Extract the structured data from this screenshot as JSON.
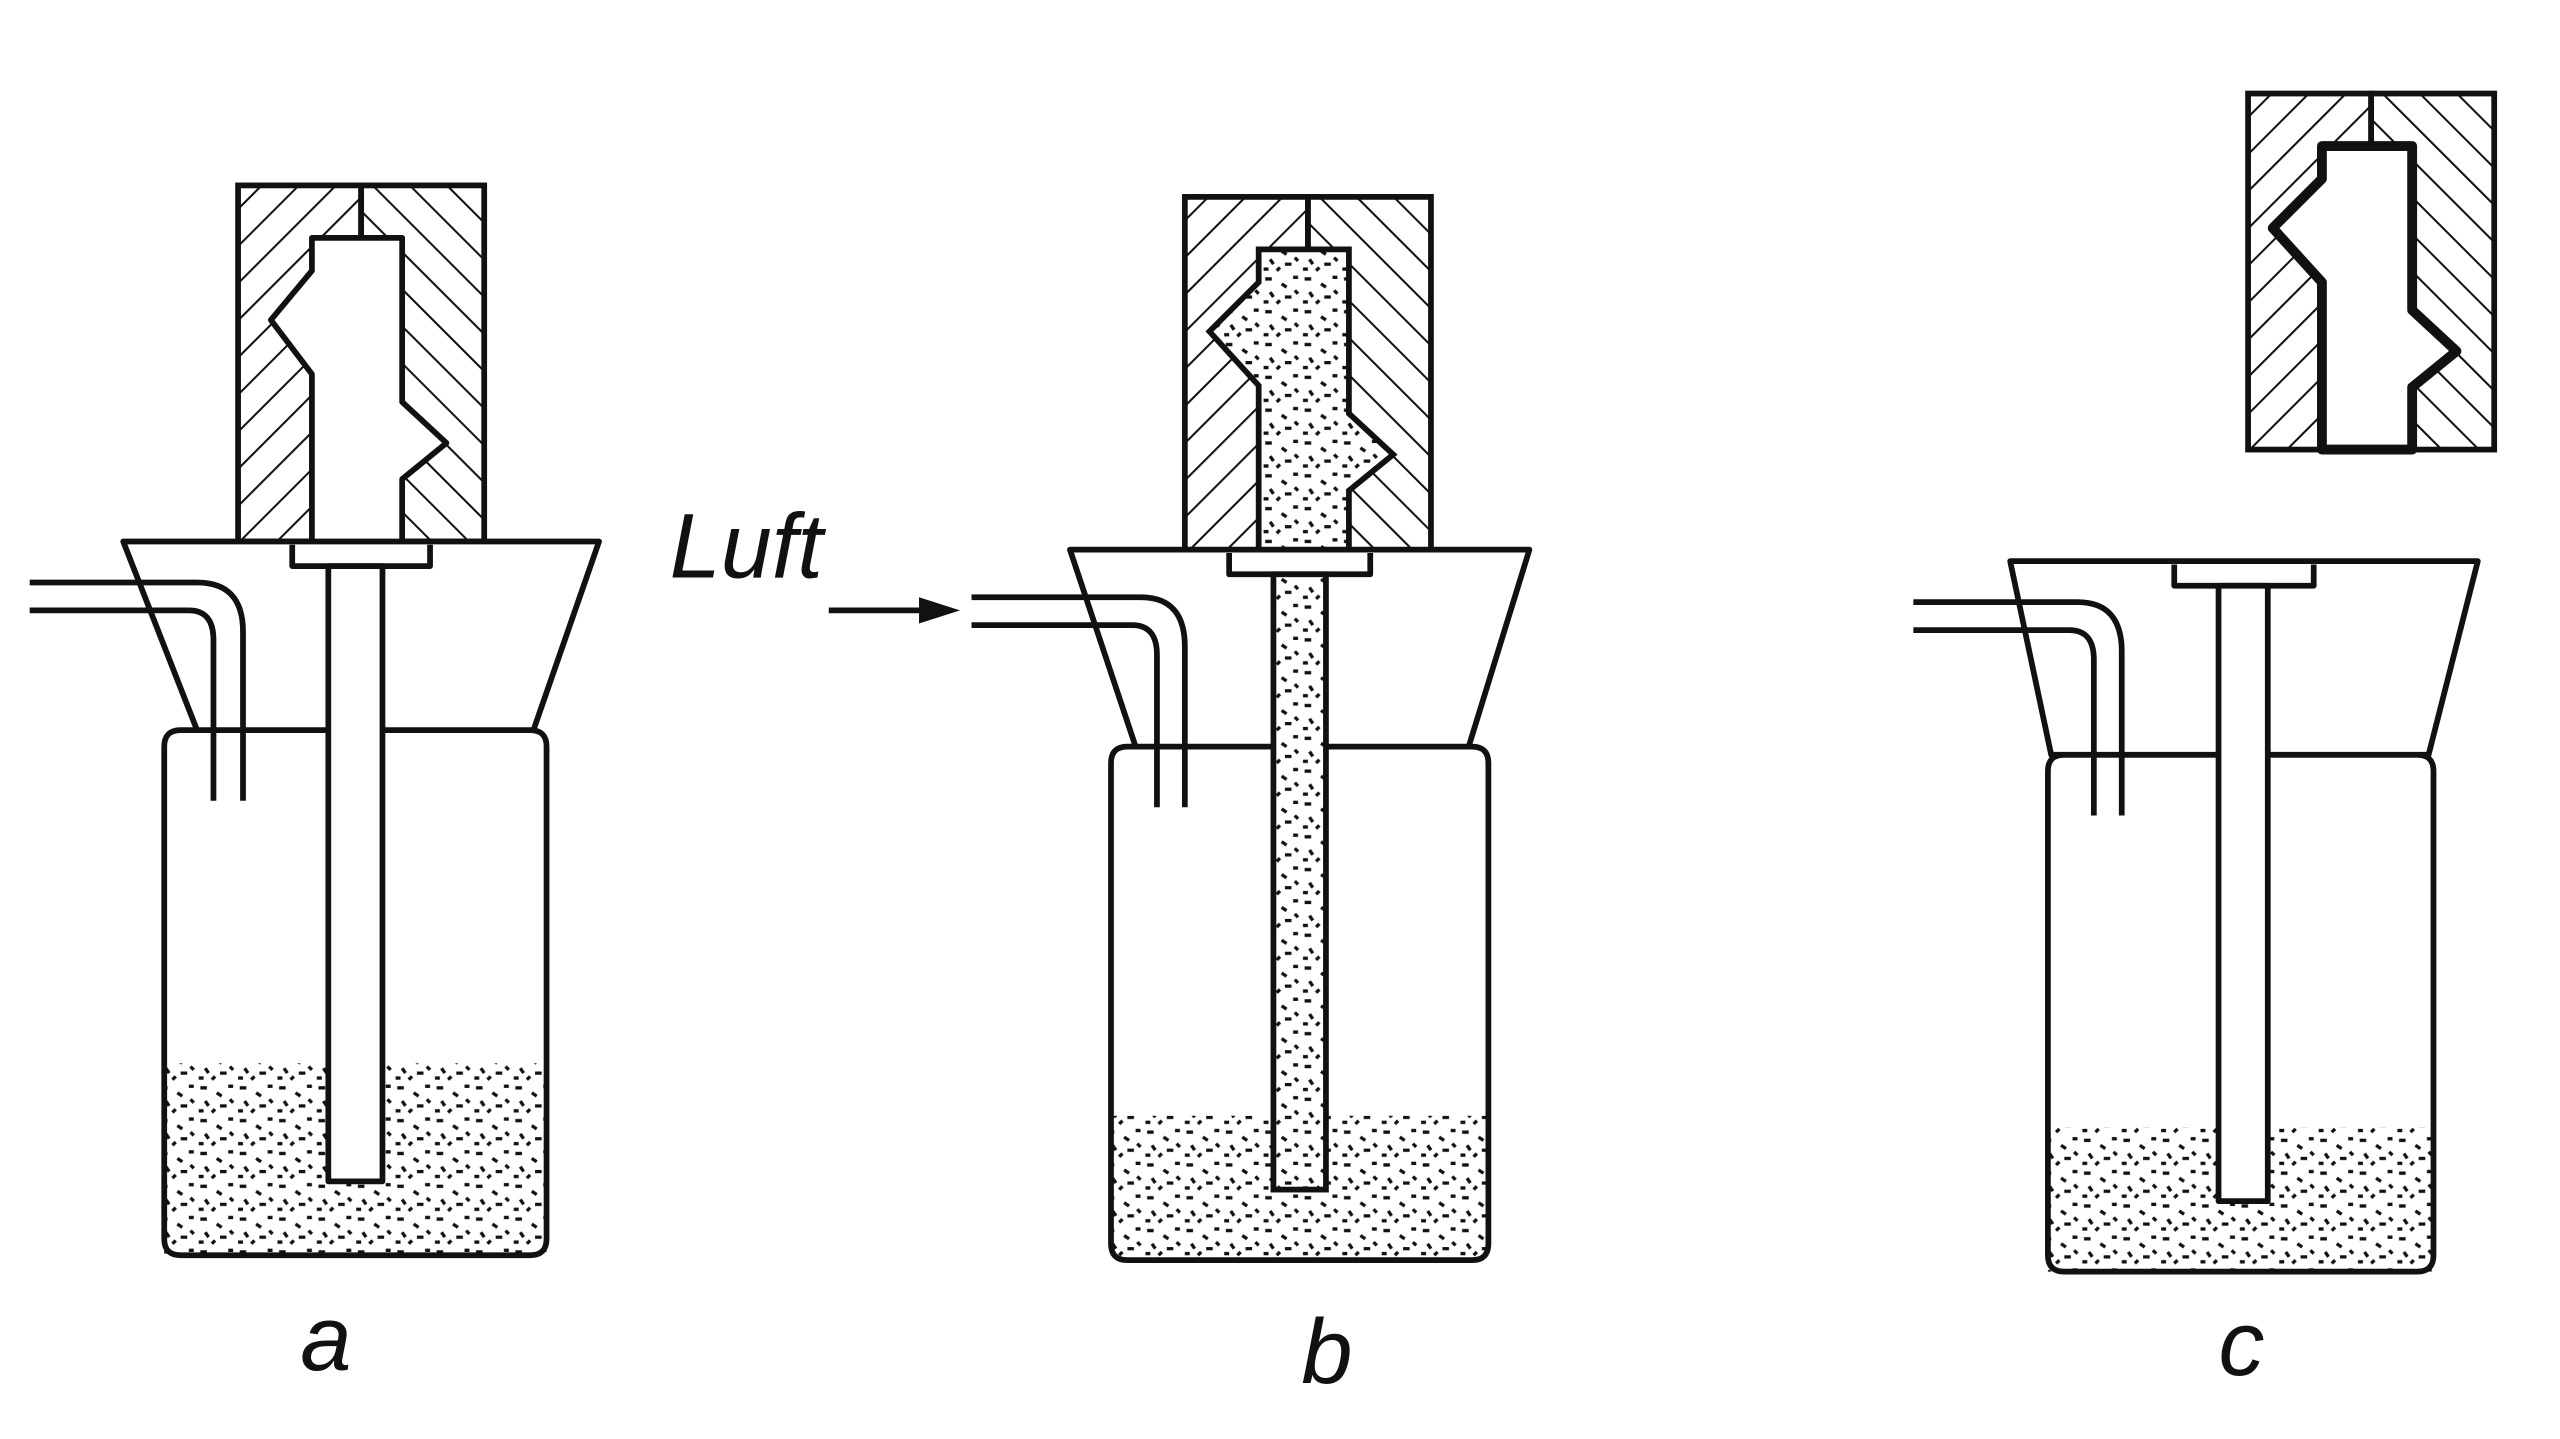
{
  "figure": {
    "panels": [
      {
        "label": "a",
        "state": "mold closed, empty"
      },
      {
        "label": "b",
        "state": "mold filled with powder by air"
      },
      {
        "label": "c",
        "state": "mold lifted, shell formed"
      }
    ],
    "air_label": "Luft",
    "colors": {
      "ink": "#111111",
      "background": "#ffffff"
    }
  }
}
